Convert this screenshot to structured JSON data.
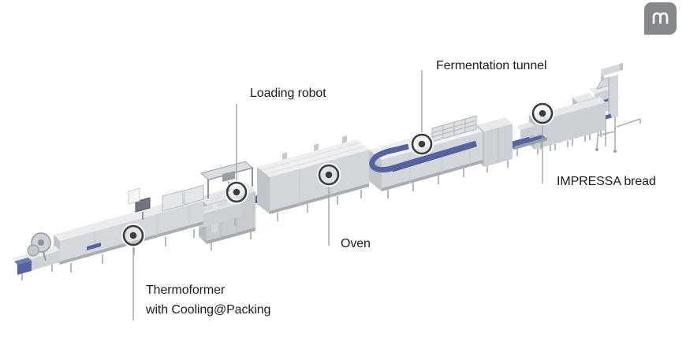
{
  "logo": {
    "icon": "m-logo",
    "letter": "m",
    "background_color": "#85888b"
  },
  "diagram": {
    "labels": {
      "loading_robot": "Loading robot",
      "fermentation_tunnel": "Fermentation tunnel",
      "oven": "Oven",
      "impressa_bread": "IMPRESSA bread",
      "thermoformer_line1": "Thermoformer",
      "thermoformer_line2": "with Cooling@Packing"
    },
    "colors": {
      "background": "#ffffff",
      "machine_top": "#eceef0",
      "machine_front": "#d4d7db",
      "machine_side": "#c2c6cb",
      "conveyor_blue": "#5663a2",
      "marker": "#3a3d40",
      "callout_line": "#a0a5aa",
      "label_text": "#1c1c1e"
    }
  }
}
